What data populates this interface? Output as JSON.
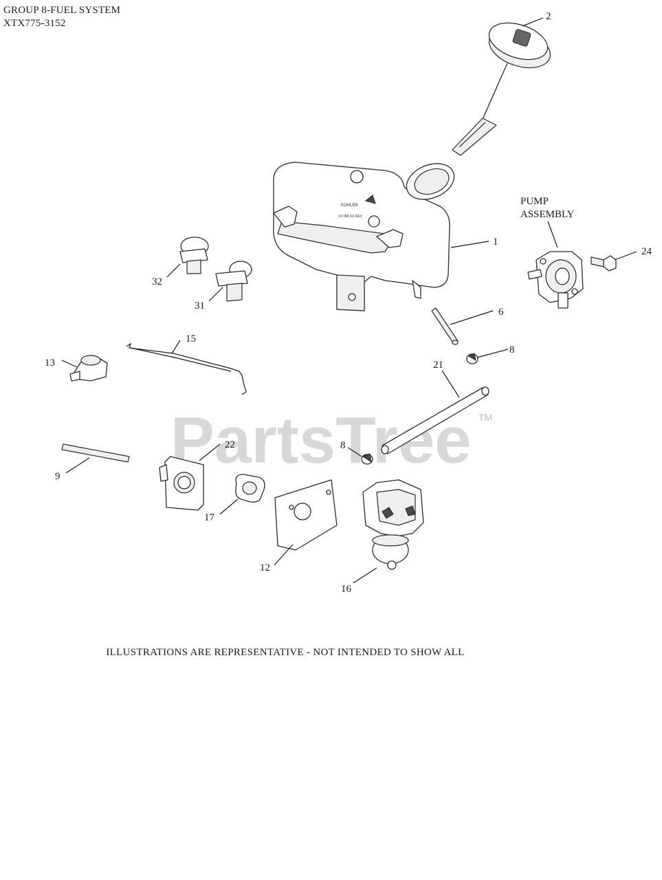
{
  "header": {
    "line1": "GROUP 8-FUEL SYSTEM",
    "line2": "XTX775-3152"
  },
  "assembly_label": {
    "line1": "PUMP",
    "line2": "ASSEMBLY"
  },
  "callouts": {
    "c1": "1",
    "c2": "2",
    "c6": "6",
    "c8a": "8",
    "c8b": "8",
    "c9": "9",
    "c12": "12",
    "c13": "13",
    "c15": "15",
    "c16": "16",
    "c17": "17",
    "c21": "21",
    "c22": "22",
    "c24": "24",
    "c31": "31",
    "c32": "32"
  },
  "watermark": {
    "text": "PartsTree",
    "tm": "TM"
  },
  "footer": {
    "note": "ILLUSTRATIONS ARE REPRESENTATIVE - NOT INTENDED TO SHOW ALL"
  }
}
